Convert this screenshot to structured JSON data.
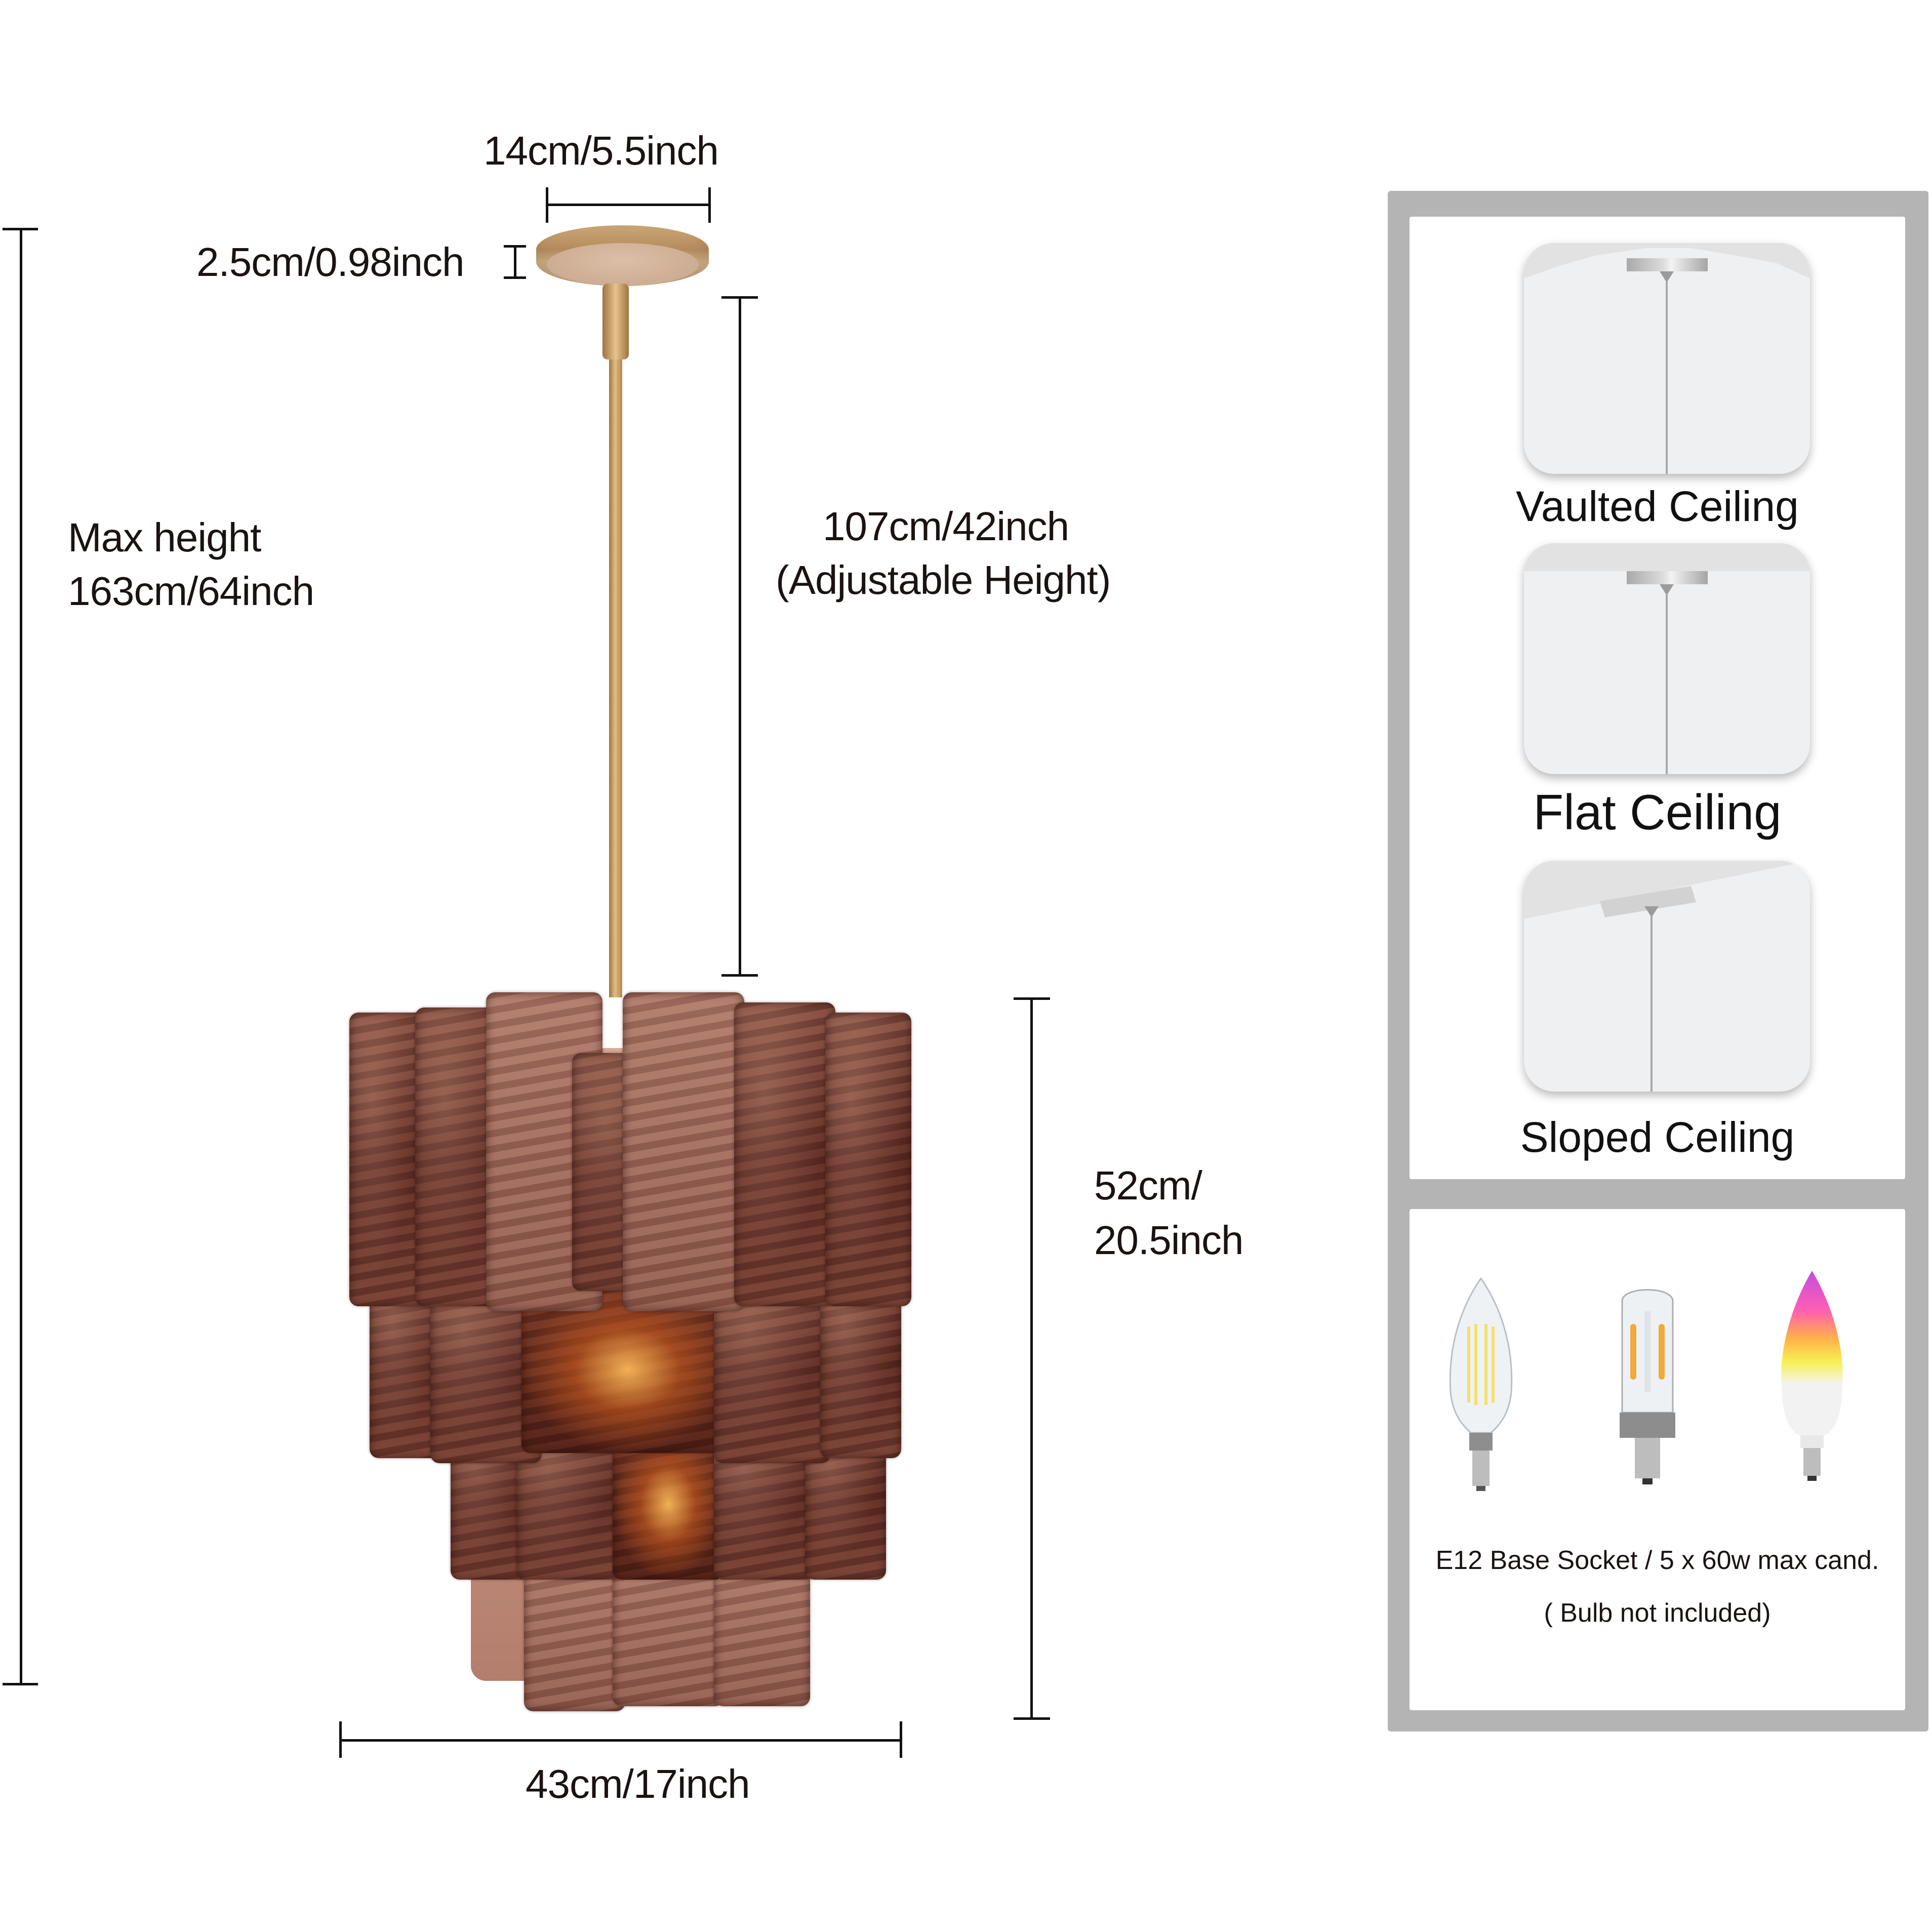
{
  "dimensions": {
    "canopy_width": "14cm/5.5inch",
    "canopy_height": "2.5cm/0.98inch",
    "max_height_label": "Max height",
    "max_height_value": "163cm/64inch",
    "rod_length": "107cm/42inch",
    "rod_note": "(Adjustable Height)",
    "body_height_line1": "52cm/",
    "body_height_line2": "20.5inch",
    "body_width": "43cm/17inch"
  },
  "product": {
    "name": "tiered-textured-glass-chandelier",
    "finish_color": "#c39a66",
    "glass_color": "#6e3a30"
  },
  "installation": {
    "options": [
      {
        "label": "Vaulted Ceiling"
      },
      {
        "label": "Flat Ceiling"
      },
      {
        "label": "Sloped Ceiling"
      }
    ]
  },
  "bulbs": {
    "types": [
      {
        "name": "filament-candle-bulb"
      },
      {
        "name": "tubular-filament-bulb"
      },
      {
        "name": "rgb-smart-candle-bulb"
      }
    ],
    "spec": "E12 Base Socket / 5 x 60w max cand.",
    "note": "( Bulb not included)"
  },
  "colors": {
    "frame_gray": "#b4b4b4",
    "text": "#1a1311"
  }
}
